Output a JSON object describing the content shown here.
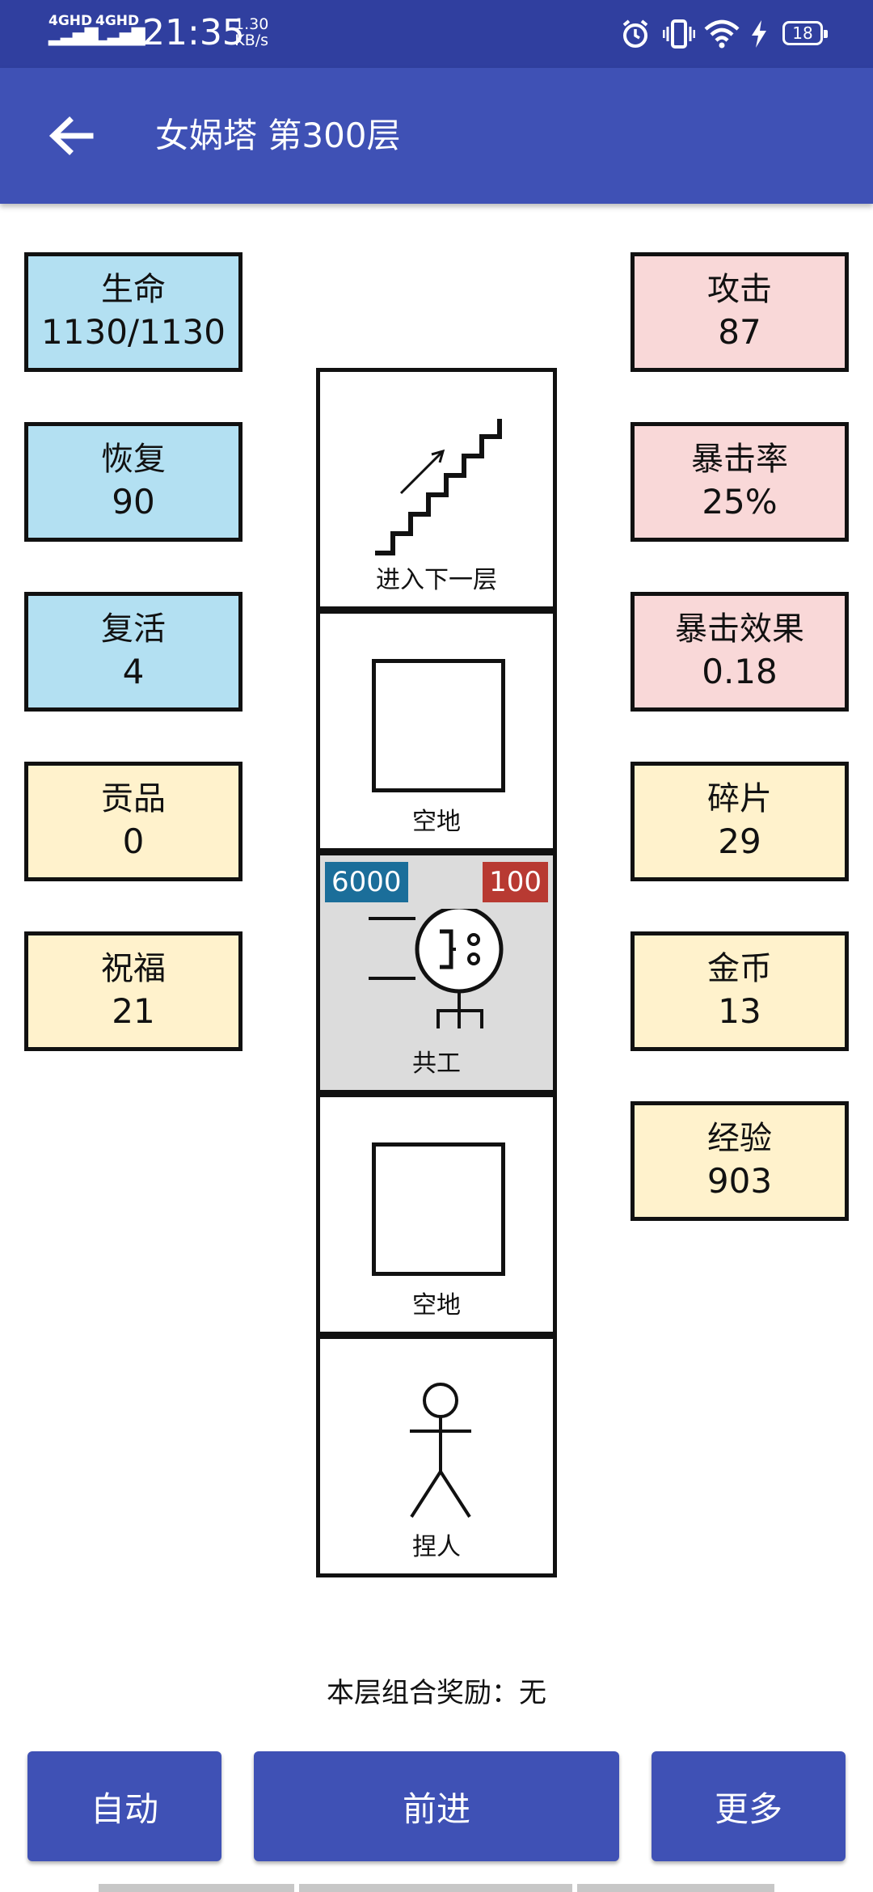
{
  "status_bar": {
    "net1": "4GHD",
    "net2": "4GHD",
    "time": "21:35",
    "speed_value": "1.30",
    "speed_unit": "KB/s",
    "battery": "18",
    "icons": [
      "alarm-icon",
      "vibrate-icon",
      "wifi-icon",
      "charging-icon"
    ]
  },
  "app_bar": {
    "back_icon": "arrow-left-icon",
    "title": "女娲塔 第300层"
  },
  "left_stats": [
    {
      "label": "生命",
      "value": "1130/1130",
      "color": "#B3E0F2"
    },
    {
      "label": "恢复",
      "value": "90",
      "color": "#B3E0F2"
    },
    {
      "label": "复活",
      "value": "4",
      "color": "#B3E0F2"
    },
    {
      "label": "贡品",
      "value": "0",
      "color": "#FFF2CC"
    },
    {
      "label": "祝福",
      "value": "21",
      "color": "#FFF2CC"
    }
  ],
  "right_stats": [
    {
      "label": "攻击",
      "value": "87",
      "color": "#F9D8D8"
    },
    {
      "label": "暴击率",
      "value": "25%",
      "color": "#F9D8D8"
    },
    {
      "label": "暴击效果",
      "value": "0.18",
      "color": "#F9D8D8"
    },
    {
      "label": "碎片",
      "value": "29",
      "color": "#FFF2CC"
    },
    {
      "label": "金币",
      "value": "13",
      "color": "#FFF2CC"
    },
    {
      "label": "经验",
      "value": "903",
      "color": "#FFF2CC"
    }
  ],
  "tower_cells": [
    {
      "caption": "进入下一层",
      "icon": "stairs-up-icon"
    },
    {
      "caption": "空地",
      "icon": "empty-square-icon"
    },
    {
      "caption": "共工",
      "icon": "monster-icon",
      "hp": "6000",
      "attack": "100"
    },
    {
      "caption": "空地",
      "icon": "empty-square-icon"
    },
    {
      "caption": "捏人",
      "icon": "stick-figure-icon"
    }
  ],
  "reward": {
    "label": "本层组合奖励：",
    "value": "无"
  },
  "buttons": {
    "auto": "自动",
    "forward": "前进",
    "more": "更多"
  },
  "colors": {
    "status_bar": "#303F9F",
    "app_bar": "#3F51B5",
    "blue_stat": "#B3E0F2",
    "pink_stat": "#F9D8D8",
    "yellow_stat": "#FFF2CC",
    "monster_cell": "#DCDCDC",
    "hp_badge": "#1B6E9A",
    "attack_badge": "#B83A32"
  }
}
